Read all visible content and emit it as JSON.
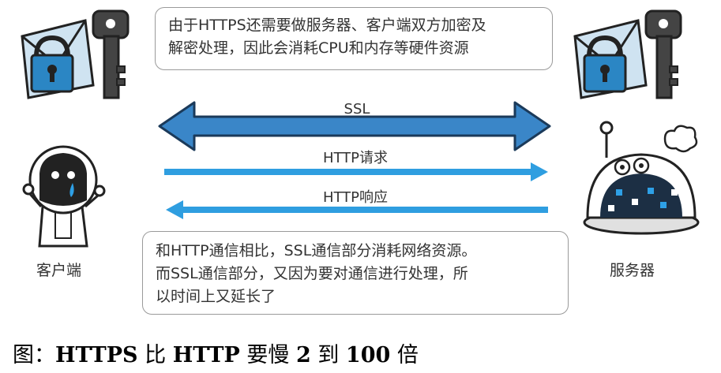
{
  "notes": {
    "top": "由于HTTPS还需要做服务器、客户端双方加密及\n解密处理，因此会消耗CPU和内存等硬件资源",
    "bottom": "和HTTP通信相比，SSL通信部分消耗网络资源。\n而SSL通信部分，又因为要对通信进行处理，所\n以时间上又延长了"
  },
  "arrows": {
    "ssl": "SSL",
    "request": "HTTP请求",
    "response": "HTTP响应"
  },
  "labels": {
    "client": "客户端",
    "server": "服务器"
  },
  "caption": {
    "prefix": "图：",
    "https": "HTTPS",
    "bi": " 比 ",
    "http": "HTTP",
    "yaoman": " 要慢 ",
    "n2": "2",
    "dao": " 到 ",
    "n100": "100",
    "bei": " 倍"
  },
  "colors": {
    "ssl_arrow": "#3a86c8",
    "http_arrow": "#2f9ee0",
    "robot_blue": "#2ea0e6",
    "outline": "#222222",
    "envelope": "#cfe3f1",
    "lock": "#2b86c4"
  },
  "icons": [
    "envelope-lock-icon",
    "key-icon",
    "client-robot-icon",
    "server-robot-icon",
    "steam-cloud-icon"
  ]
}
